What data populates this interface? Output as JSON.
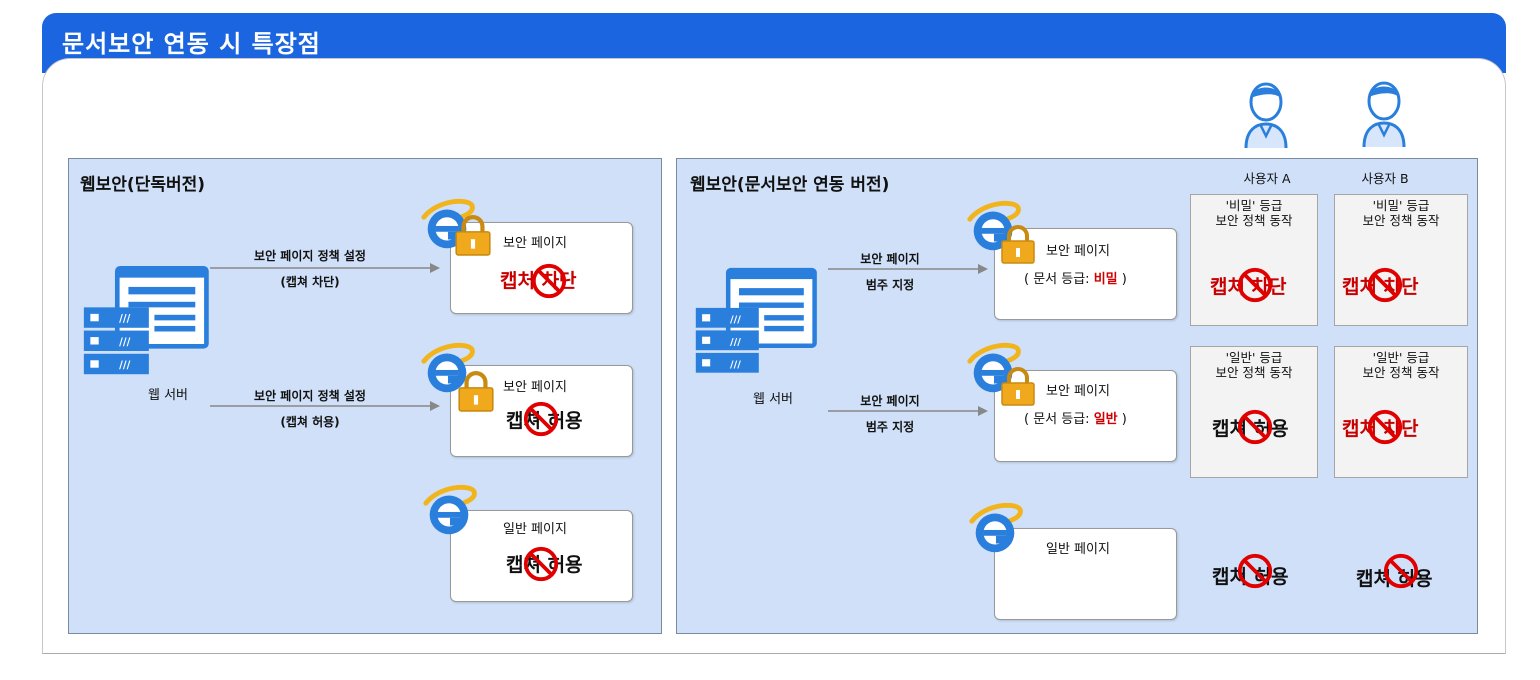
{
  "header": {
    "title": "문서보안 연동 시 특장점"
  },
  "left_panel": {
    "title": "웹보안(단독버전)",
    "server_label": "웹 서버",
    "arrows": [
      {
        "line1": "보안 페이지 정책 설정",
        "line2": "(캡쳐 차단)"
      },
      {
        "line1": "보안 페이지 정책 설정",
        "line2": "(캡쳐 허용)"
      }
    ],
    "pages": [
      {
        "title": "보안 페이지",
        "result": "캡처 차단"
      },
      {
        "title": "보안 페이지",
        "result": "캡쳐 허용"
      },
      {
        "title": "일반 페이지",
        "result": "캡쳐 허용"
      }
    ]
  },
  "right_panel": {
    "title": "웹보안(문서보안 연동 버전)",
    "server_label": "웹 서버",
    "arrows": [
      {
        "line1": "보안 페이지",
        "line2": "범주 지정"
      },
      {
        "line1": "보안 페이지",
        "line2": "범주 지정"
      }
    ],
    "pages": [
      {
        "title": "보안 페이지",
        "grade_prefix": "( 문서 등급: ",
        "grade": "비밀",
        "grade_suffix": " )"
      },
      {
        "title": "보안 페이지",
        "grade_prefix": "( 문서 등급: ",
        "grade": "일반",
        "grade_suffix": " )"
      },
      {
        "title": "일반 페이지"
      }
    ],
    "users": [
      {
        "label": "사용자 A"
      },
      {
        "label": "사용자 B"
      }
    ],
    "docs": [
      {
        "line1": "'비밀' 등급",
        "line2": "보안 정책 동작",
        "result": "캡처 차단"
      },
      {
        "line1": "'비밀' 등급",
        "line2": "보안 정책 동작",
        "result": "캡처 차단"
      },
      {
        "line1": "'일반' 등급",
        "line2": "보안 정책 동작",
        "result": "캡쳐 허용"
      },
      {
        "line1": "'일반' 등급",
        "line2": "보안 정책 동작",
        "result": "캡처 차단"
      }
    ],
    "plain_results": [
      "캡쳐 허용",
      "캡쳐 허용"
    ]
  },
  "colors": {
    "header": "#1b66e0",
    "panel": "#cfe0f8",
    "block_red": "#c80000",
    "lock": "#f0a81c",
    "ie_blue": "#2a7fdc"
  }
}
